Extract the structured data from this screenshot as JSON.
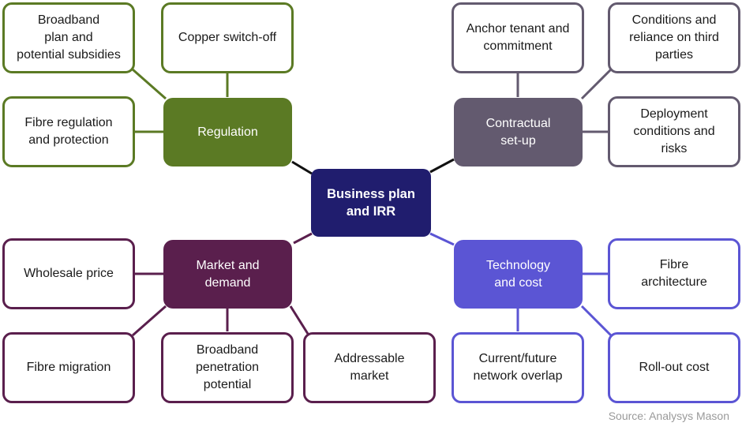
{
  "colors": {
    "regulation": "#5b7a24",
    "contractual": "#635a6f",
    "market": "#5a1f4d",
    "technology": "#5b55d4",
    "center": "#201d6e",
    "connector": "#111111"
  },
  "center": {
    "label": "Business plan\nand IRR"
  },
  "groups": {
    "regulation": {
      "hub": "Regulation",
      "items": [
        "Broadband\nplan and\npotential subsidies",
        "Copper switch-off",
        "Fibre regulation\nand protection"
      ]
    },
    "contractual": {
      "hub": "Contractual\nset-up",
      "items": [
        "Anchor tenant and\ncommitment",
        "Conditions and\nreliance on third\nparties",
        "Deployment\nconditions and\nrisks"
      ]
    },
    "market": {
      "hub": "Market and\ndemand",
      "items": [
        "Wholesale price",
        "Fibre migration",
        "Broadband\npenetration\npotential",
        "Addressable\nmarket"
      ]
    },
    "technology": {
      "hub": "Technology\nand cost",
      "items": [
        "Fibre\narchitecture",
        "Current/future\nnetwork overlap",
        "Roll-out cost"
      ]
    }
  },
  "source": "Source: Analysys Mason"
}
